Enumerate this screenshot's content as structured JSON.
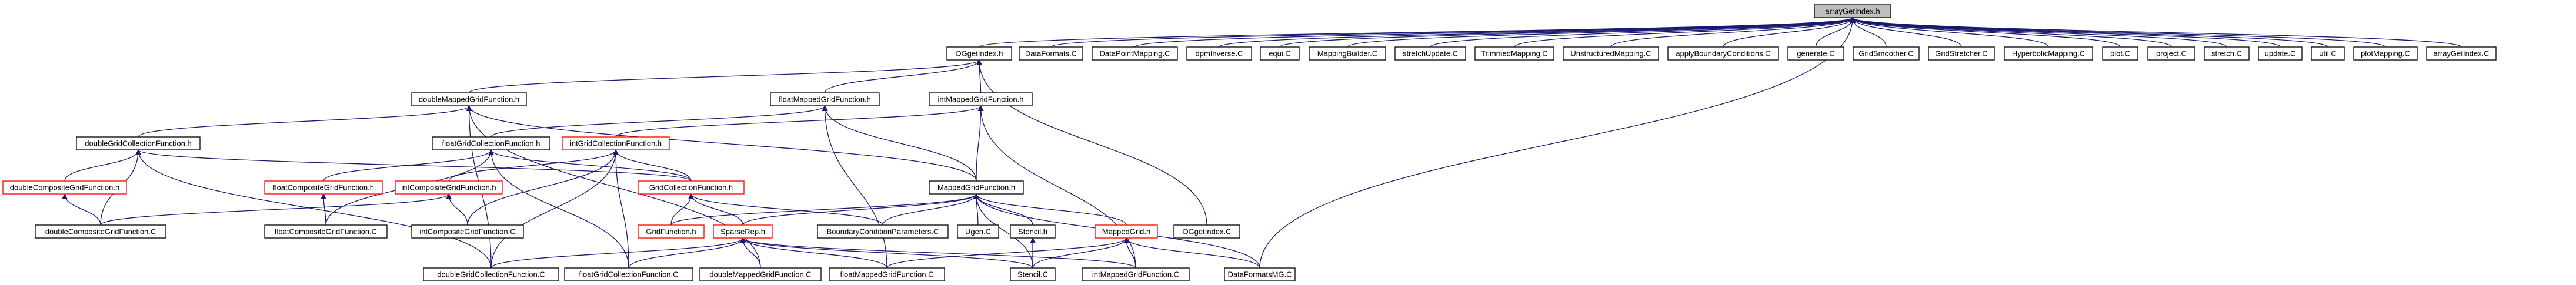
{
  "graph": {
    "colors": {
      "edge": "#191970",
      "node_border": "#000000",
      "highlight_border": "#ff0000",
      "root_fill": "#bfbfbf",
      "background": "#ffffff"
    },
    "nodes": {
      "arrayGetIndex_h": "arrayGetIndex.h",
      "OGgetIndex_h": "OGgetIndex.h",
      "DataFormats_C": "DataFormats.C",
      "DataPointMapping_C": "DataPointMapping.C",
      "dpmInverse_C": "dpmInverse.C",
      "equi_C": "equi.C",
      "MappingBuilder_C": "MappingBuilder.C",
      "stretchUpdate_C": "stretchUpdate.C",
      "TrimmedMapping_C": "TrimmedMapping.C",
      "UnstructuredMapping_C": "UnstructuredMapping.C",
      "applyBoundaryConditions_C": "applyBoundaryConditions.C",
      "generate_C": "generate.C",
      "GridSmoother_C": "GridSmoother.C",
      "GridStretcher_C": "GridStretcher.C",
      "HyperbolicMapping_C": "HyperbolicMapping.C",
      "plot_C": "plot.C",
      "project_C": "project.C",
      "stretch_C": "stretch.C",
      "update_C": "update.C",
      "util_C": "util.C",
      "plotMapping_C": "plotMapping.C",
      "arrayGetIndex_C": "arrayGetIndex.C",
      "doubleMappedGridFunction_h": "doubleMappedGridFunction.h",
      "floatMappedGridFunction_h": "floatMappedGridFunction.h",
      "intMappedGridFunction_h": "intMappedGridFunction.h",
      "doubleGridCollectionFunction_h": "doubleGridCollectionFunction.h",
      "floatGridCollectionFunction_h": "floatGridCollectionFunction.h",
      "intGridCollectionFunction_h": "intGridCollectionFunction.h",
      "doubleCompositeGridFunction_h": "doubleCompositeGridFunction.h",
      "floatCompositeGridFunction_h": "floatCompositeGridFunction.h",
      "intCompositeGridFunction_h": "intCompositeGridFunction.h",
      "GridCollectionFunction_h": "GridCollectionFunction.h",
      "MappedGridFunction_h": "MappedGridFunction.h",
      "doubleCompositeGridFunction_C": "doubleCompositeGridFunction.C",
      "floatCompositeGridFunction_C": "floatCompositeGridFunction.C",
      "intCompositeGridFunction_C": "intCompositeGridFunction.C",
      "GridFunction_h": "GridFunction.h",
      "SparseRep_h": "SparseRep.h",
      "BoundaryConditionParameters_C": "BoundaryConditionParameters.C",
      "Ugen_C": "Ugen.C",
      "Stencil_h": "Stencil.h",
      "MappedGrid_h": "MappedGrid.h",
      "OGgetIndex_C": "OGgetIndex.C",
      "doubleGridCollectionFunction_C": "doubleGridCollectionFunction.C",
      "floatGridCollectionFunction_C": "floatGridCollectionFunction.C",
      "doubleMappedGridFunction_C": "doubleMappedGridFunction.C",
      "floatMappedGridFunction_C": "floatMappedGridFunction.C",
      "Stencil_C": "Stencil.C",
      "intMappedGridFunction_C": "intMappedGridFunction.C",
      "DataFormatsMG_C": "DataFormatsMG.C"
    }
  }
}
